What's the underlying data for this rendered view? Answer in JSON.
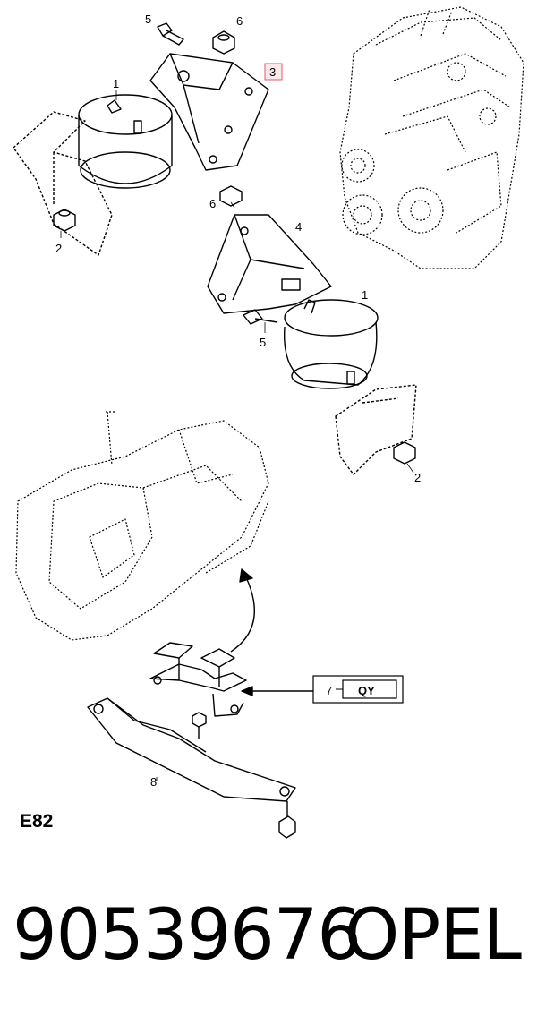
{
  "diagram": {
    "figure_id": "E82",
    "highlight_color": "#e05a6a",
    "callouts": {
      "c1_top": "1",
      "c2_left": "2",
      "c3_highlight": "3",
      "c4": "4",
      "c5_top": "5",
      "c6_top": "6",
      "c6_mid": "6",
      "c1_right": "1",
      "c5_mid": "5",
      "c2_right": "2",
      "c7": "7",
      "c7_box": "QY",
      "c8": "8"
    }
  },
  "footer": {
    "part_number": "90539676",
    "brand": "OPEL"
  }
}
